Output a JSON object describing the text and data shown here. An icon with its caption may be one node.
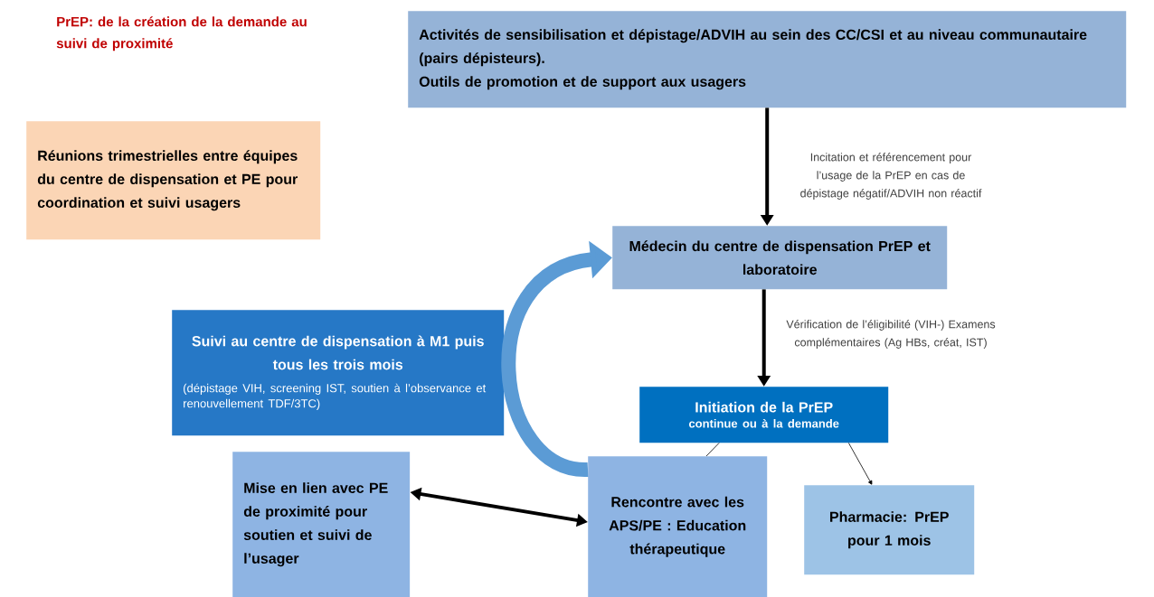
{
  "diagram": {
    "title": "PrEP: de la création de la demande au suivi de proximité",
    "nodes": [
      {
        "text": [
          "Activités de sensibilisation et dépistage/ADVIH au sein des CC/CSI et au niveau communautaire (pairs dépisteurs).",
          "Outils de promotion et de support aux usagers"
        ]
      },
      {
        "text": [
          "Réunions trimestrielles entre équipes du centre de dispensation et PE pour coordination et suivi usagers"
        ]
      },
      {
        "text": [
          "Médecin du centre de dispensation PrEP et laboratoire"
        ]
      },
      {
        "text": [
          "Suivi au centre de dispensation à M1 puis tous les trois mois",
          "(dépistage VIH, screening IST, soutien à l’observance et renouvellement TDF/3TC)"
        ]
      },
      {
        "text": [
          "Initiation de la PrEP",
          "continue ou à la demande"
        ]
      },
      {
        "text": [
          "Mise en lien avec PE de proximité pour soutien et suivi de l’usager"
        ]
      },
      {
        "text": [
          "Rencontre avec les APS/PE : Education thérapeutique"
        ]
      },
      {
        "text": [
          "Pharmacie: PrEP pour 1 mois"
        ]
      }
    ],
    "edges": [
      {
        "from": 0,
        "to": 2,
        "arrow": "to",
        "label": "Incitation et référencement pour l’usage de la PrEP en cas de dépistage négatif/ADVIH non réactif"
      },
      {
        "from": 2,
        "to": 4,
        "arrow": "to",
        "label": "Vérification de l’éligibilité (VIH-) Examens complémentaires (Ag HBs, créat, IST)"
      },
      {
        "from": 4,
        "to": 6,
        "arrow": "none"
      },
      {
        "from": 4,
        "to": 7,
        "arrow": "to"
      },
      {
        "from": 5,
        "to": 6,
        "arrow": "both"
      },
      {
        "from": 6,
        "to": 2,
        "arrow": "to",
        "style": "thick",
        "color": "#5b9bd5"
      }
    ]
  }
}
